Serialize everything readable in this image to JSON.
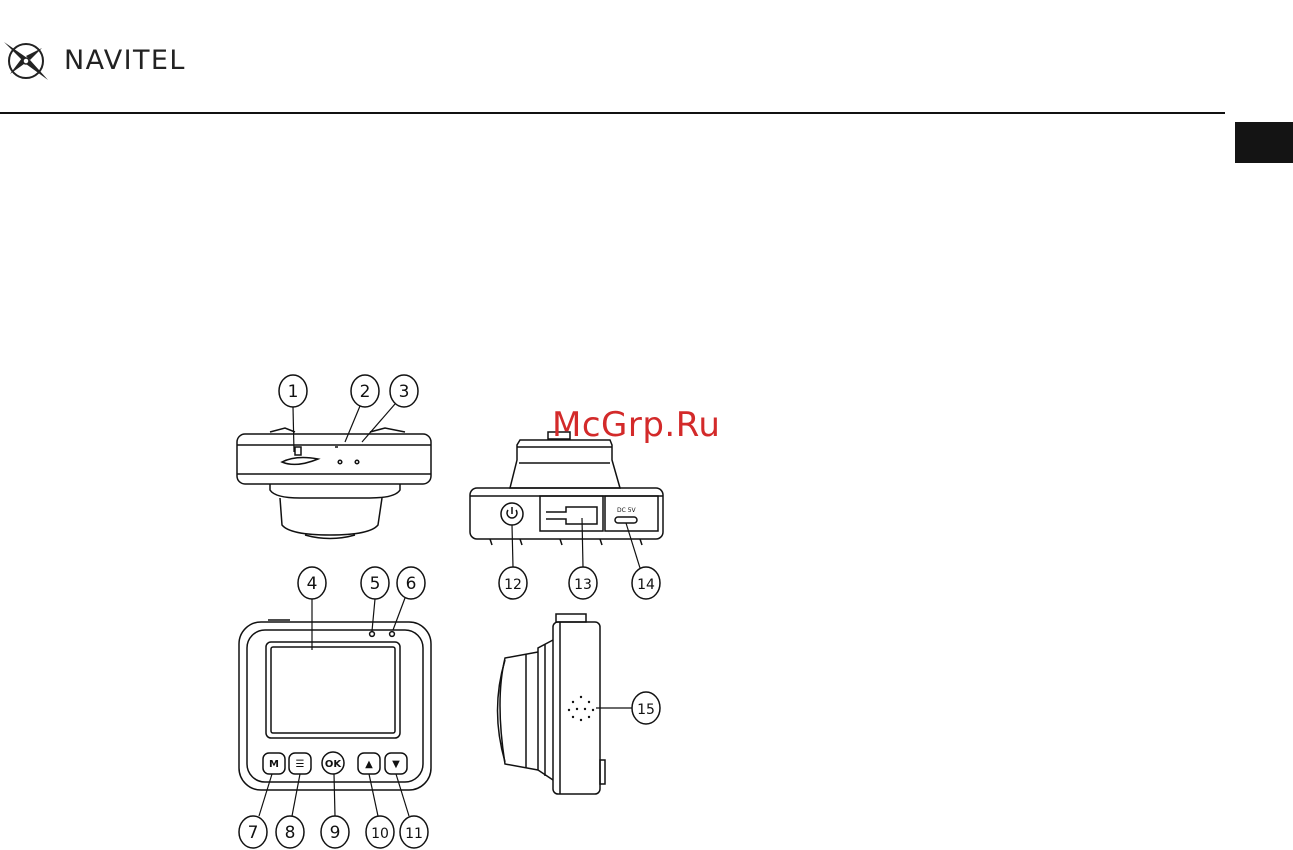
{
  "brand": {
    "name": "NAVITEL"
  },
  "watermark": "McGrp.Ru",
  "lang_tab": {
    "label": ""
  },
  "callouts": [
    "1",
    "2",
    "3",
    "4",
    "5",
    "6",
    "7",
    "8",
    "9",
    "10",
    "11",
    "12",
    "13",
    "14",
    "15"
  ],
  "device_buttons": {
    "m": "M",
    "menu": "☰",
    "ok": "OK",
    "up": "▲",
    "down": "▼"
  },
  "port_label": "DC 5V",
  "colors": {
    "watermark": "#d32a2a",
    "ink": "#111111",
    "tab": "#141414"
  }
}
